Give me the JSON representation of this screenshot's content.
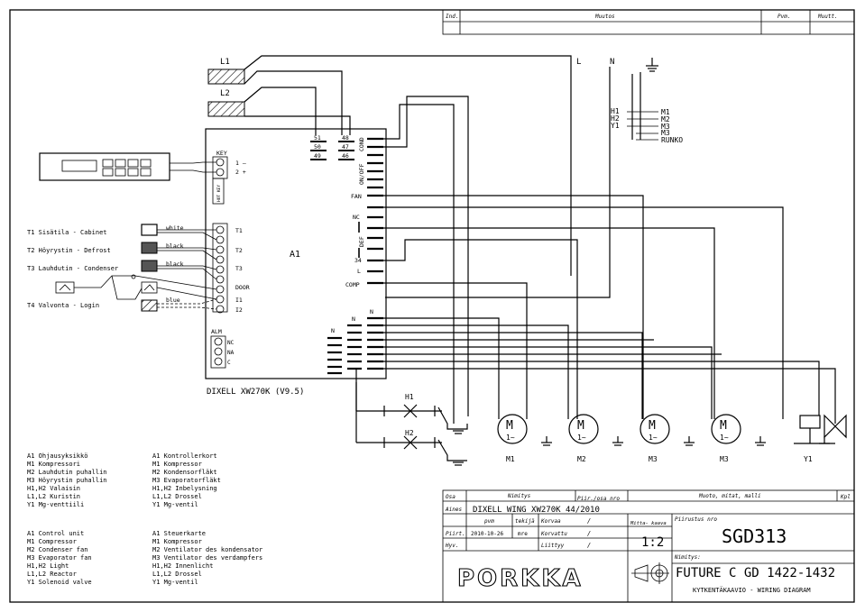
{
  "title_block": {
    "rev_headers": [
      "Ind.",
      "Muutos",
      "Pvm.",
      "Muutt."
    ],
    "osa": "Osa",
    "nimitys": "Nimitys",
    "piir_osa_nro": "Piir./osa nro",
    "muoto": "Muoto, mitat, malli",
    "kpl": "Kpl",
    "aines": "Aines",
    "aines_value": "DIXELL WING XW270K 44/2010",
    "pvm": "pvm",
    "tekija": "tekijä",
    "korvaa": "Korvaa",
    "slash1": "/",
    "piirt": "Piirt.",
    "date": "2010-10-26",
    "author": "mre",
    "korvattu": "Korvattu",
    "slash2": "/",
    "hyv": "Hyv.",
    "liittyy": "Liittyy",
    "slash3": "/",
    "mittakaava": "Mitta- kaava",
    "scale": "1:2",
    "piirustus_nro": "Piirustus nro",
    "drawing_no": "SGD313",
    "company": "PORKKA",
    "nimitys2": "Nimitys:",
    "product": "FUTURE C GD 1422-1432",
    "subtitle": "KYTKENTÄKAAVIO - WIRING DIAGRAM"
  },
  "controller": {
    "name": "DIXELL XW270K (V9.5)",
    "label": "A1",
    "key": "KEY",
    "key1": "1 —",
    "key2": "2 +",
    "hot_key": "HOT KEY",
    "t1": "T1",
    "t2": "T2",
    "t3": "T3",
    "door": "DOOR",
    "i1": "I1",
    "i2": "I2",
    "alm": "ALM",
    "nc_a": "NC",
    "na_a": "NA",
    "c_a": "C",
    "n_left": "N",
    "n_right": "N",
    "t51": "51",
    "t50": "50",
    "t49": "49",
    "t48": "48",
    "t47": "47",
    "t46": "46",
    "cond": "COND",
    "onoff": "ON/OFF",
    "fan": "FAN",
    "nc": "NC",
    "def": "DEF",
    "t34": "34",
    "l": "L",
    "comp": "COMP"
  },
  "reactors": {
    "l1": "L1",
    "l2": "L2"
  },
  "supply": {
    "l": "L",
    "n": "N",
    "h1": "H1",
    "h2": "H2",
    "y1": "Y1",
    "m1": "M1",
    "m2": "M2",
    "m3a": "M3",
    "m3b": "M3",
    "runko": "RUNKO"
  },
  "sensors": [
    {
      "label": "T1  Sisätila - Cabinet",
      "wire": "white"
    },
    {
      "label": "T2  Höyrystin - Defrost",
      "wire": "black"
    },
    {
      "label": "T3  Lauhdutin - Condenser",
      "wire": "black"
    },
    {
      "label": "T4  Valvonta - Login",
      "wire": "blue"
    }
  ],
  "lights": {
    "h1": "H1",
    "h2": "H2"
  },
  "motors": [
    {
      "m": "M",
      "phase": "1~",
      "label": "M1"
    },
    {
      "m": "M",
      "phase": "1~",
      "label": "M2"
    },
    {
      "m": "M",
      "phase": "1~",
      "label": "M3"
    },
    {
      "m": "M",
      "phase": "1~",
      "label": "M3"
    }
  ],
  "valve_label": "Y1",
  "legend_fi": [
    "A1  Ohjausyksikkö",
    "M1  Kompressori",
    "M2  Lauhdutin puhallin",
    "M3  Höyrystin puhallin",
    "H1,H2  Valaisin",
    "L1,L2  Kuristin",
    "Y1  Mg-venttiili"
  ],
  "legend_sv": [
    "A1  Kontrollerkort",
    "M1  Kompressor",
    "M2  Kondensorfläkt",
    "M3  Evaporatorfläkt",
    "H1,H2  Inbelysning",
    "L1,L2  Drossel",
    "Y1  Mg-ventil"
  ],
  "legend_en": [
    "A1  Control unit",
    "M1  Compressor",
    "M2  Condenser fan",
    "M3  Evaporator fan",
    "H1,H2  Light",
    "L1,L2  Reactor",
    "Y1  Solenoid valve"
  ],
  "legend_de": [
    "A1  Steuerkarte",
    "M1  Kompressor",
    "M2  Ventilator des kondensator",
    "M3  Ventilator des verdampfers",
    "H1,H2  Innenlicht",
    "L1,L2  Drossel",
    "Y1  Mg-ventil"
  ]
}
